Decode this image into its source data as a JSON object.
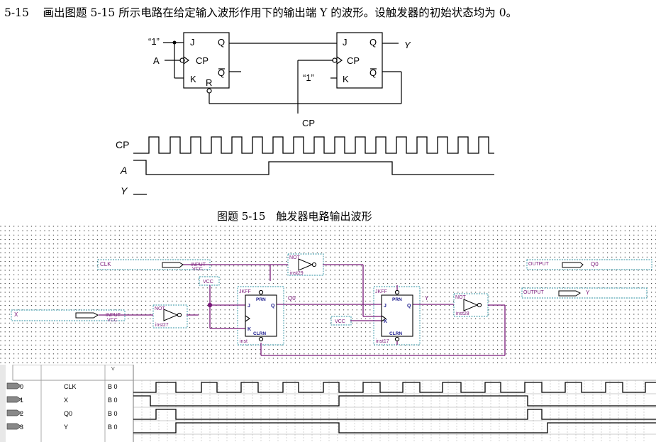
{
  "problem": {
    "number": "5-15",
    "text": "画出图题 5-15 所示电路在给定输入波形作用下的输出端 Y 的波形。设触发器的初始状态均为 0。"
  },
  "schematic": {
    "one_label_1": "“1”",
    "one_label_2": "“1”",
    "input_a": "A",
    "pin_j": "J",
    "pin_k": "K",
    "pin_cp": "CP",
    "pin_q": "Q",
    "pin_qbar": "Q",
    "pin_r": "R",
    "output_y": "Y",
    "cp_input": "CP"
  },
  "waveforms": {
    "cp_label": "CP",
    "a_label": "A",
    "y_label": "Y"
  },
  "caption": "图题 5-15　触发器电路输出波形",
  "quartus": {
    "clk_pin": "CLK",
    "x_pin": "X",
    "input_text": "INPUT",
    "vcc_text": "VCC",
    "not_text": "NOT",
    "inst29": "inst29",
    "inst27": "inst27",
    "inst28": "inst28",
    "inst": "inst",
    "inst17": "inst17",
    "jkff_text": "JKFF",
    "prn_text": "PRN",
    "clrn_text": "CLRN",
    "q_text": "Q",
    "j_text": "J",
    "k_text": "K",
    "q0_wire": "Q0",
    "y_wire": "Y",
    "output_text": "OUTPUT",
    "q0_out": "Q0",
    "y_out": "Y"
  },
  "simulation": {
    "header_col": "V",
    "signals": [
      {
        "index": "0",
        "name": "CLK",
        "value": "B 0"
      },
      {
        "index": "1",
        "name": "X",
        "value": "B 0"
      },
      {
        "index": "2",
        "name": "Q0",
        "value": "B 0"
      },
      {
        "index": "3",
        "name": "Y",
        "value": "B 0"
      }
    ]
  }
}
